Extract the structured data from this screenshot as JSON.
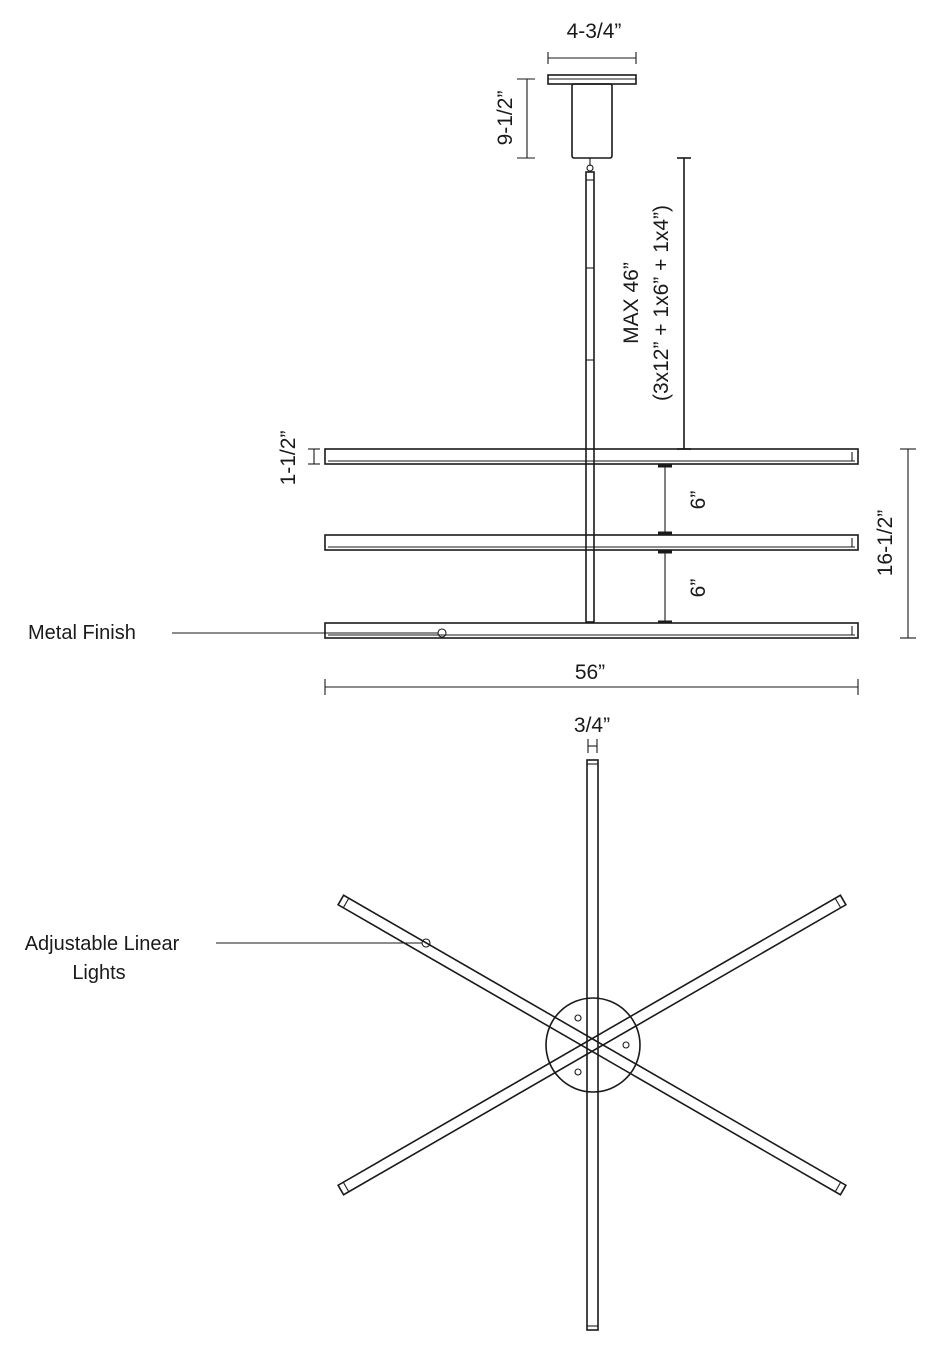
{
  "dimensions": {
    "canopy_width": "4-3/4”",
    "canopy_height": "9-1/2”",
    "max_drop": "MAX 46”",
    "drop_composition": "(3x12” + 1x6” + 1x4”)",
    "bar_height": "1-1/2”",
    "spacing_upper": "6”",
    "spacing_lower": "6”",
    "overall_height": "16-1/2”",
    "overall_width": "56”",
    "bar_depth": "3/4”"
  },
  "callouts": {
    "metal_finish": "Metal Finish",
    "adjustable_line1": "Adjustable Linear",
    "adjustable_line2": "Lights"
  },
  "colors": {
    "line": "#1a1a1a",
    "background": "#ffffff"
  }
}
